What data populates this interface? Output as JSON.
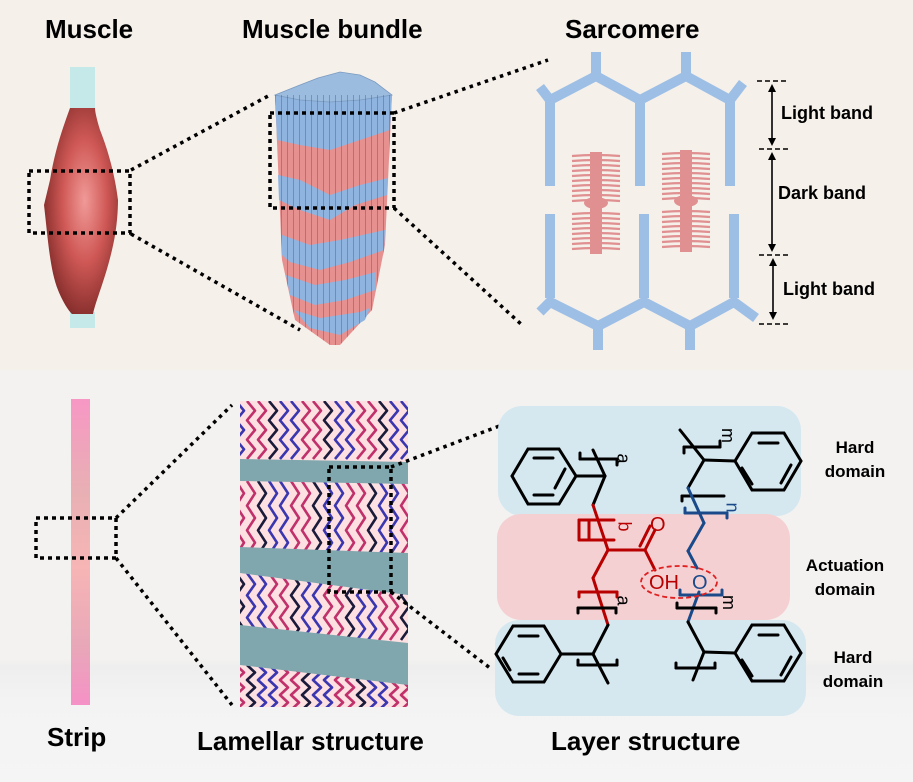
{
  "top_row": {
    "titles": {
      "muscle": "Muscle",
      "muscle_bundle": "Muscle bundle",
      "sarcomere": "Sarcomere"
    },
    "bands": {
      "light_top": "Light band",
      "dark": "Dark band",
      "light_bottom": "Light band"
    }
  },
  "bottom_row": {
    "titles": {
      "strip": "Strip",
      "lamellar": "Lamellar structure",
      "layer": "Layer structure"
    },
    "domains": {
      "hard_top_line1": "Hard",
      "hard_top_line2": "domain",
      "actuation_line1": "Actuation",
      "actuation_line2": "domain",
      "hard_bottom_line1": "Hard",
      "hard_bottom_line2": "domain"
    },
    "chemistry": {
      "subscripts": {
        "a_top": "a",
        "b": "b",
        "a_bottom": "a",
        "m_top": "m",
        "n": "n",
        "m_bottom": "m"
      },
      "atoms": {
        "carbonyl_o": "O",
        "hydroxyl": "OH",
        "ether_o": "O"
      }
    }
  },
  "colors": {
    "muscle_red": "#c9514f",
    "tendon": "#c5e8e8",
    "bundle_blue": "#8fb4e0",
    "bundle_pink": "#e69090",
    "sarcomere_blue": "#9dbfe6",
    "myosin_pink": "#e09090",
    "strip_pink": "#f59ac4",
    "hard_domain_bg": "#d5e8f0",
    "actuation_domain_bg": "#f5d0d2",
    "chem_red": "#b80000",
    "chem_blue": "#1a4a8a",
    "lamellar_plate": "#7fa7ad"
  }
}
